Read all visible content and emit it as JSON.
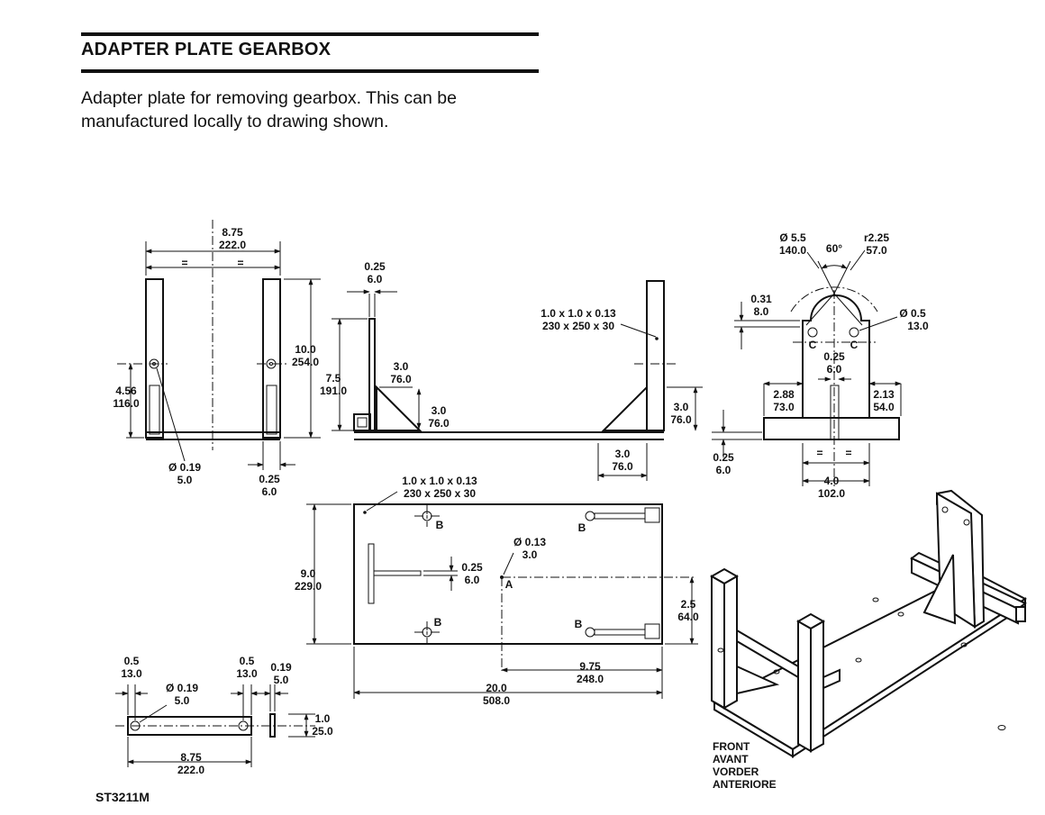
{
  "header": {
    "title": "ADAPTER PLATE GEARBOX",
    "description": "Adapter plate for removing gearbox. This can be manufactured locally to drawing shown."
  },
  "front_view": {
    "width_in": "8.75",
    "width_mm": "222.0",
    "height_in": "10.0",
    "height_mm": "254.0",
    "hole_height_in": "4.56",
    "hole_height_mm": "116.0",
    "hole_dia_in": "Ø 0.19",
    "hole_dia_mm": "5.0",
    "plate_in": "0.25",
    "plate_mm": "6.0",
    "eq_mark": "="
  },
  "side_view": {
    "thick_in": "0.25",
    "thick_mm": "6.0",
    "height_in": "7.5",
    "height_mm": "191.0",
    "gusset_w_in": "3.0",
    "gusset_w_mm": "76.0",
    "gusset_h_in": "3.0",
    "gusset_h_mm": "76.0",
    "tube_in": "1.0 x 1.0 x 0.13",
    "tube_mm": "230 x 250 x 30",
    "right_h_in": "3.0",
    "right_h_mm": "76.0",
    "bottom_w_in": "3.0",
    "bottom_w_mm": "76.0"
  },
  "end_view": {
    "dia_in": "Ø 5.5",
    "dia_mm": "140.0",
    "angle": "60°",
    "radius_in": "r2.25",
    "radius_mm": "57.0",
    "depth_in": "0.31",
    "depth_mm": "8.0",
    "hole_in": "Ø 0.5",
    "hole_mm": "13.0",
    "label_c": "C",
    "slot_in": "0.25",
    "slot_mm": "6.0",
    "left_w_in": "2.88",
    "left_w_mm": "73.0",
    "right_w_in": "2.13",
    "right_w_mm": "54.0",
    "base_in": "0.25",
    "base_mm": "6.0",
    "width_in": "4.0",
    "width_mm": "102.0",
    "eq_mark": "="
  },
  "plan_view": {
    "tube_in": "1.0 x 1.0 x 0.13",
    "tube_mm": "230 x 250 x 30",
    "width_in": "9.0",
    "width_mm": "229.0",
    "hole_in": "Ø 0.13",
    "hole_mm": "3.0",
    "bar_in": "0.25",
    "bar_mm": "6.0",
    "label_a": "A",
    "label_b": "B",
    "offset_in": "2.5",
    "offset_mm": "64.0",
    "half_in": "9.75",
    "half_mm": "248.0",
    "length_in": "20.0",
    "length_mm": "508.0"
  },
  "strap_view": {
    "end_l_in": "0.5",
    "end_l_mm": "13.0",
    "end_r_in": "0.5",
    "end_r_mm": "13.0",
    "hole_in": "Ø 0.19",
    "hole_mm": "5.0",
    "thick_in": "0.19",
    "thick_mm": "5.0",
    "height_in": "1.0",
    "height_mm": "25.0",
    "length_in": "8.75",
    "length_mm": "222.0"
  },
  "iso_view": {
    "front_labels": [
      "FRONT",
      "AVANT",
      "VORDER",
      "ANTERIORE"
    ]
  },
  "figure_code": "ST3211M"
}
